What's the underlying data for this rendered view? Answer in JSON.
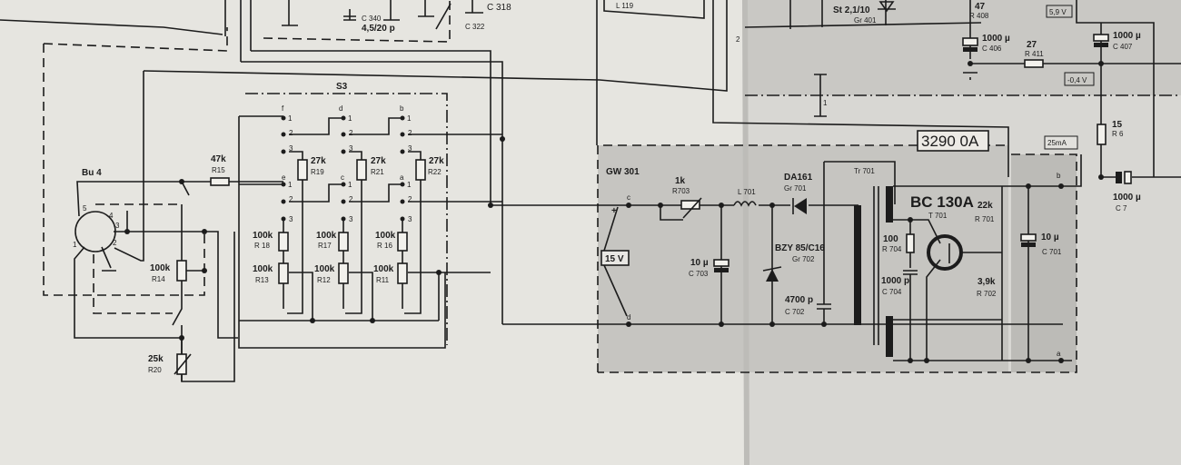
{
  "top": {
    "c340_ref": "C 340",
    "c340_val": "4,5/20 p",
    "c322_ref": "C 322",
    "c318_ref": "C 318",
    "l119_ref": "L 119",
    "st_val": "St 2,1/10",
    "gr401_ref": "Gr 401",
    "r408_val": "47",
    "r408_ref": "R 408",
    "c406_val": "1000 µ",
    "c406_ref": "C 406",
    "r411_val": "27",
    "r411_ref": "R 411",
    "c407_val": "1000 µ",
    "c407_ref": "C 407",
    "v1": "5,9 V",
    "v2": "-0,4 V",
    "node1": "1",
    "node2": "2",
    "r6_val": "15",
    "r6_ref": "R 6",
    "c7_val": "1000 µ",
    "c7_ref": "C 7",
    "board_ref": "3290  0A",
    "current": "25mA"
  },
  "switch": {
    "title": "S3",
    "letters": [
      "f",
      "d",
      "b",
      "e",
      "c",
      "a"
    ],
    "pins": [
      "1",
      "2",
      "3"
    ],
    "r19": [
      "27k",
      "R19"
    ],
    "r21": [
      "27k",
      "R21"
    ],
    "r22": [
      "27k",
      "R22"
    ],
    "r18": [
      "100k",
      "R 18"
    ],
    "r17": [
      "100k",
      "R17"
    ],
    "r16": [
      "100k",
      "R 16"
    ],
    "r13": [
      "100k",
      "R13"
    ],
    "r12": [
      "100k",
      "R12"
    ],
    "r11": [
      "100k",
      "R11"
    ]
  },
  "socket": {
    "title": "Bu 4",
    "pins": [
      "1",
      "2",
      "3",
      "4",
      "5"
    ],
    "r15": [
      "47k",
      "R15"
    ],
    "r14": [
      "100k",
      "R14"
    ],
    "r20": [
      "25k",
      "R20"
    ]
  },
  "supply": {
    "title": "GW 301",
    "term_c": "c",
    "term_d": "d",
    "plus": "+",
    "voltage": "15 V",
    "r703": [
      "1k",
      "R703"
    ],
    "l701": "L 701",
    "c703": [
      "10 µ",
      "C 703"
    ],
    "gr701": [
      "DA161",
      "Gr 701"
    ],
    "gr702": [
      "BZY 85/C16",
      "Gr 702"
    ],
    "c702": [
      "4700 p",
      "C 702"
    ],
    "tr701": "Tr 701",
    "t701": [
      "BC 130A",
      "T 701"
    ],
    "r704": [
      "100",
      "R 704"
    ],
    "c704": [
      "1000 p",
      "C 704"
    ],
    "r701": [
      "22k",
      "R 701"
    ],
    "r702": [
      "3,9k",
      "R 702"
    ],
    "c701": [
      "10 µ",
      "C 701"
    ],
    "term_b": "b",
    "term_a": "a"
  }
}
